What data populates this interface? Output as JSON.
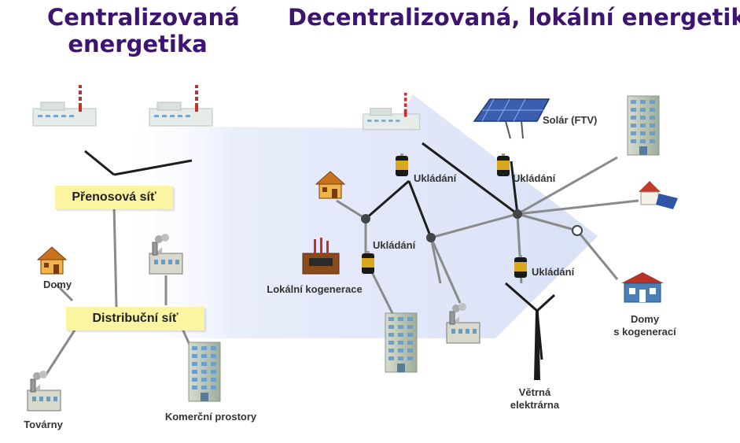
{
  "titles": {
    "centralized_line1": "Centralizovaná",
    "centralized_line2": "energetika",
    "decentralized": "Decentralizovaná, lokální energetika"
  },
  "centralized": {
    "transmission_grid": "Přenosová síť",
    "distribution_grid": "Distribuční síť",
    "houses": "Domy",
    "factories": "Továrny",
    "commercial": "Komerční prostory"
  },
  "decentralized": {
    "storage_1": "Ukládání",
    "storage_2": "Ukládání",
    "storage_3": "Ukládání",
    "storage_4": "Ukládání",
    "solar": "Solár (FTV)",
    "local_cogeneration": "Lokální kogenerace",
    "wind_line1": "Větrná",
    "wind_line2": "elektrárna",
    "houses_cogen_line1": "Domy",
    "houses_cogen_line2": "s kogenerací"
  },
  "colors": {
    "title": "#3d1470",
    "label_box": "#fbf4a0",
    "arrow_fill": "#dfe6f8",
    "line_dark": "#1e1e1e",
    "line_grey": "#888888",
    "node": "#444444"
  }
}
